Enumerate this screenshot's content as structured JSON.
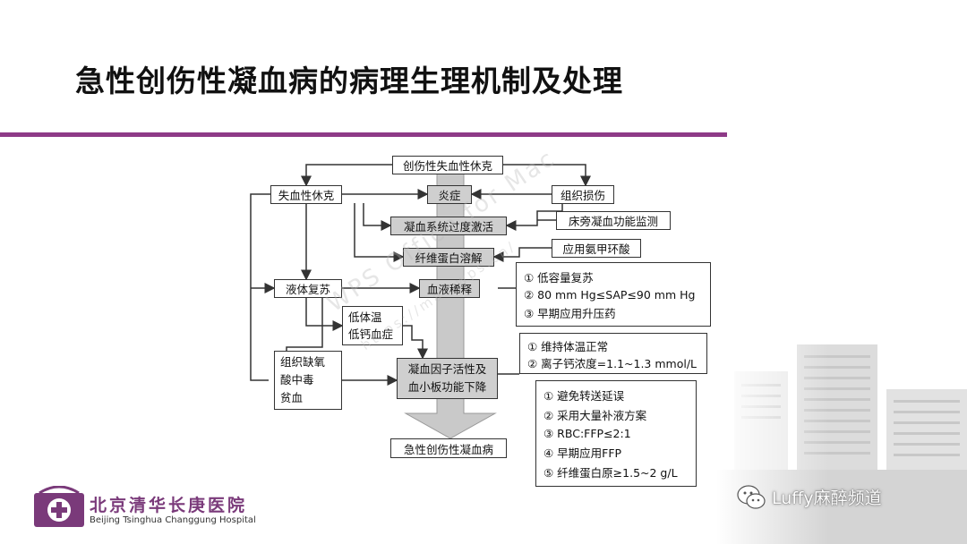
{
  "header": {
    "title": "急性创伤性凝血病的病理生理机制及处理"
  },
  "diagram": {
    "nodes": {
      "top": "创伤性失血性休克",
      "shock": "失血性休克",
      "inflammation": "炎症",
      "tissue_injury": "组织损伤",
      "coag_activation": "凝血系统过度激活",
      "bedside_monitor": "床旁凝血功能监测",
      "txa": "应用氨甲环酸",
      "fibrinolysis": "纤维蛋白溶解",
      "fluid": "液体复苏",
      "hemodilution": "血液稀释",
      "hypo_lines": [
        "低体温",
        "低钙血症"
      ],
      "hypoxia_lines": [
        "组织缺氧",
        "酸中毒",
        "贫血"
      ],
      "factor_lines": [
        "凝血因子活性及",
        "血小板功能下降"
      ],
      "final": "急性创伤性凝血病"
    },
    "notes": {
      "resus": [
        "① 低容量复苏",
        "② 80 mm Hg≤SAP≤90 mm Hg",
        "③ 早期应用升压药"
      ],
      "temp": [
        "① 维持体温正常",
        "② 离子钙浓度=1.1~1.3 mmol/L"
      ],
      "transfusion": [
        "① 避免转送延误",
        "② 采用大量补液方案",
        "③ RBC:FFP≤2:1",
        "④ 早期应用FFP",
        "⑤ 纤维蛋白原≥1.5~2 g/L"
      ]
    }
  },
  "watermark": {
    "line1": "WPS Office for Mac",
    "line2": "https://mac.wps.cn/"
  },
  "logo": {
    "name_cn": "北京清华长庚医院",
    "name_en": "Beijing Tsinghua Changgung Hospital"
  },
  "channel": {
    "name": "Luffy麻醉频道"
  },
  "colors": {
    "accent": "#8e3a87",
    "node_grey": "#cfcfcf"
  }
}
